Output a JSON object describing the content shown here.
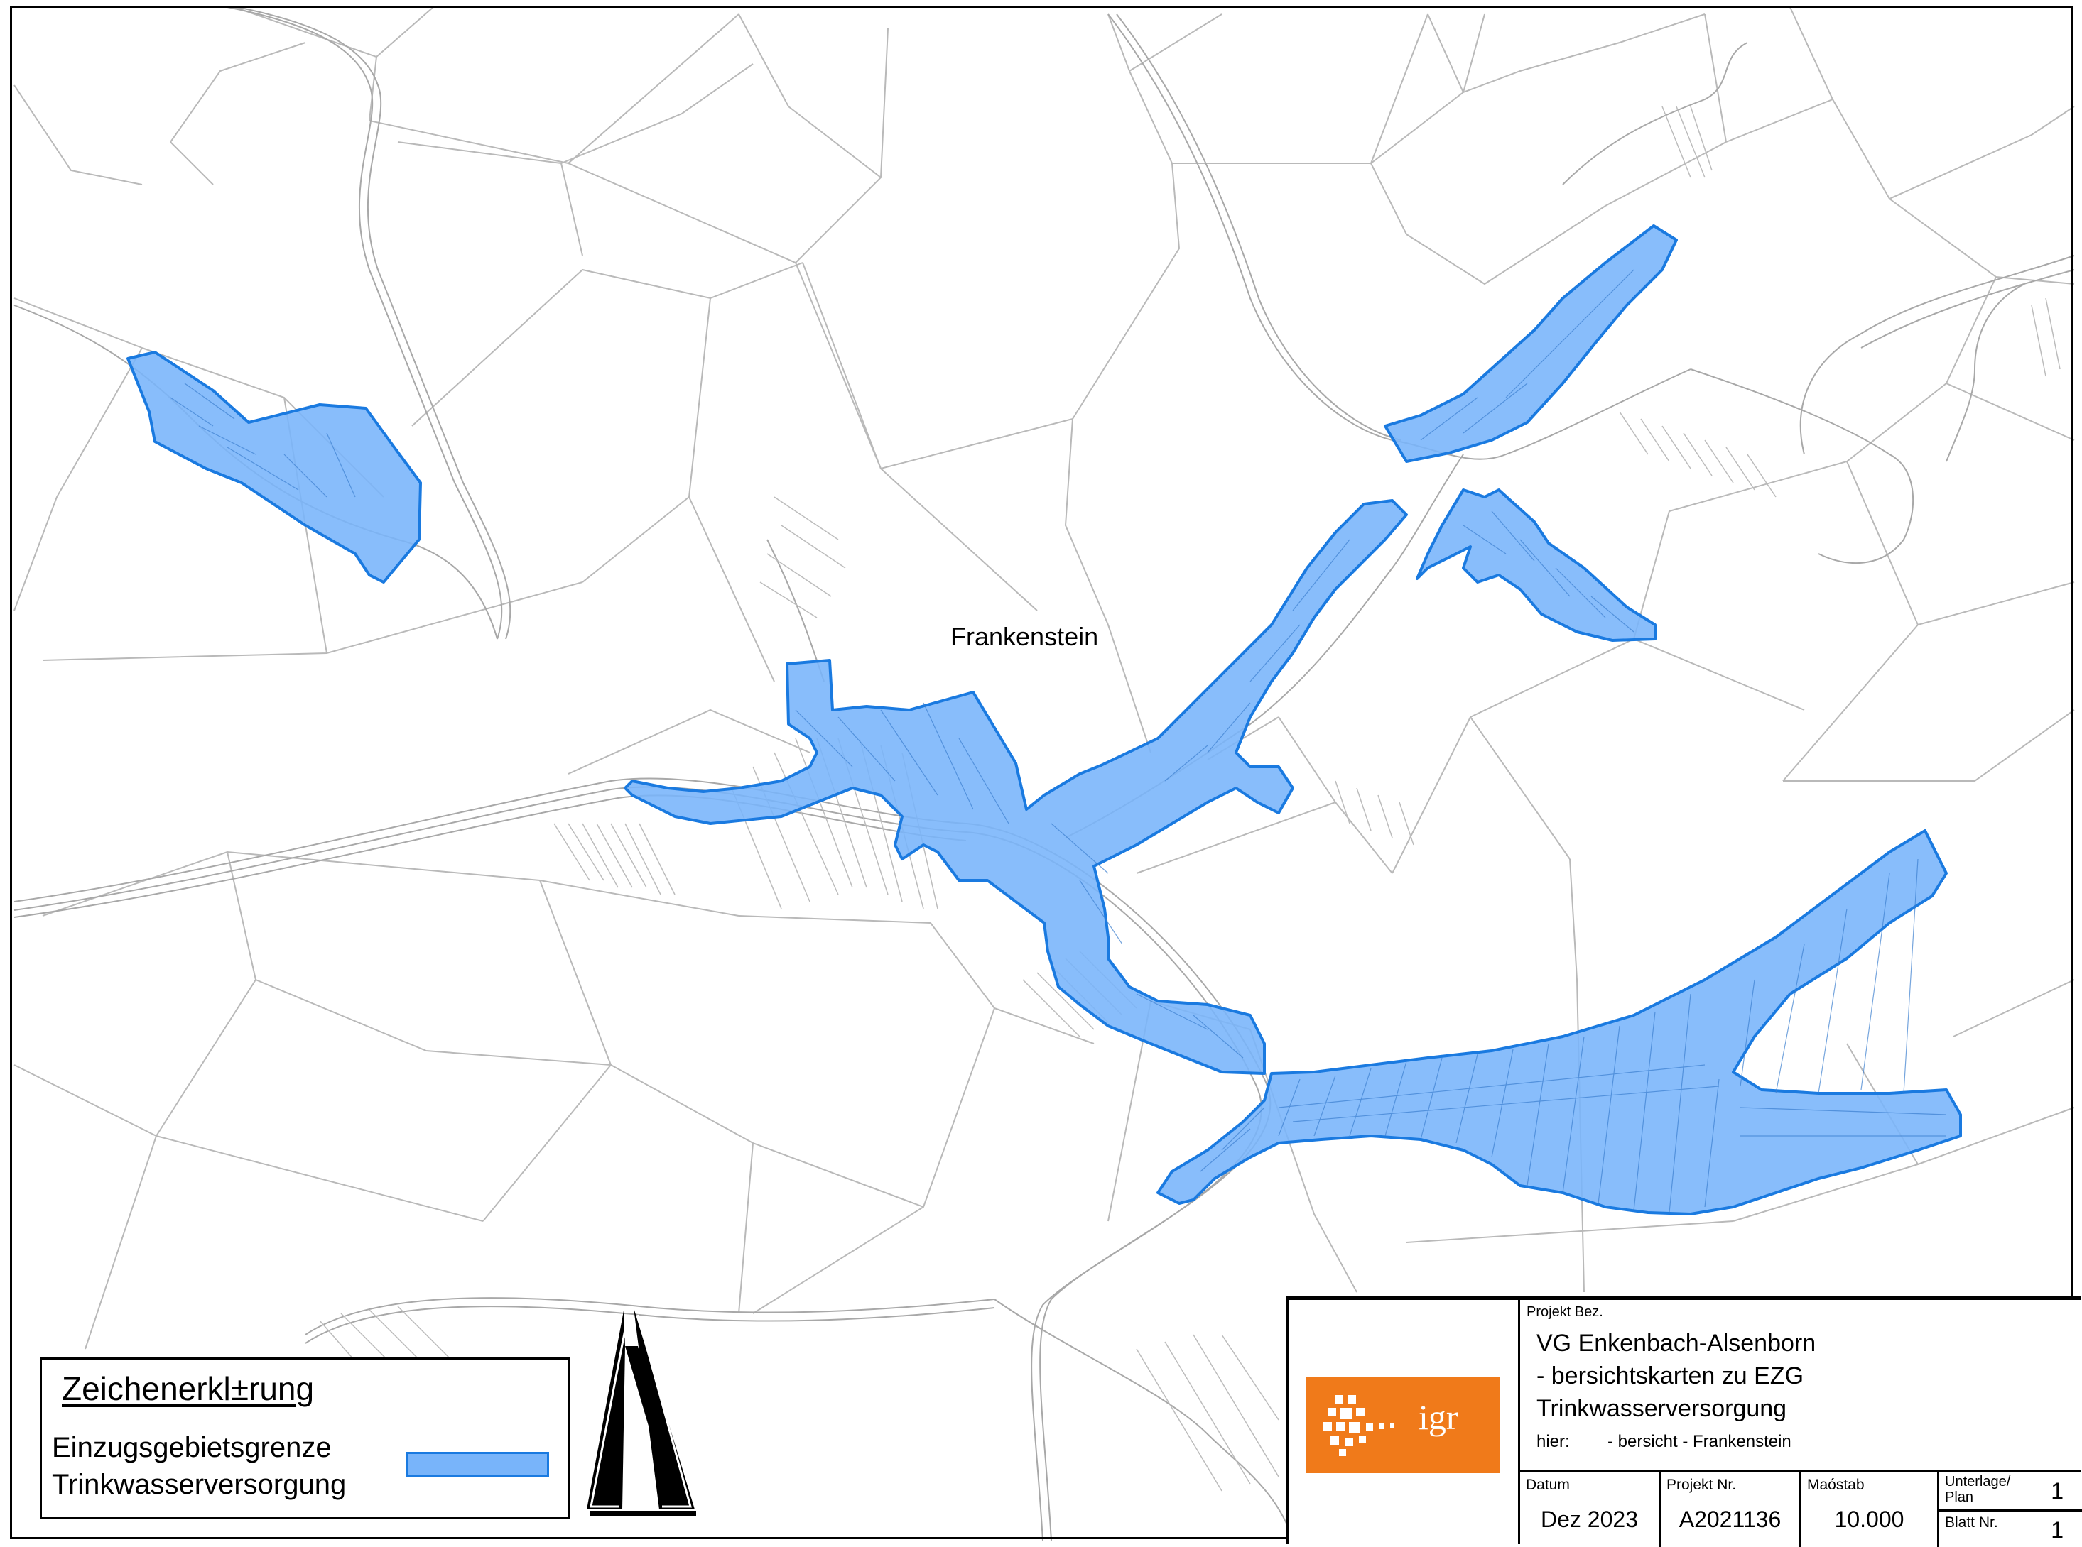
{
  "map": {
    "place_name": "Frankenstein",
    "colors": {
      "area_fill": "#78b4fa",
      "area_stroke": "#1a7ae0",
      "parcel_line": "#b4b4b4",
      "frame": "#000000"
    }
  },
  "legend": {
    "title": "Zeichenerkl±rung",
    "entry_line1": "Einzugsgebietsgrenze",
    "entry_line2": "Trinkwasserversorgung"
  },
  "north_arrow": {
    "icon": "north-arrow-icon"
  },
  "titleblock": {
    "logo_text": "igr",
    "logo_color": "#f07a1a",
    "project_label": "Projekt Bez.",
    "line1": "VG Enkenbach-Alsenborn",
    "line2": "-  bersichtskarten zu EZG",
    "line3": "Trinkwasserversorgung",
    "hier_label": "hier:",
    "hier_value": "-  bersicht - Frankenstein",
    "cells": {
      "datum_label": "Datum",
      "datum_value": "Dez 2023",
      "projekt_nr_label": "Projekt Nr.",
      "projekt_nr_value": "A2021136",
      "massstab_label": "Maóstab",
      "massstab_value": "10.000",
      "unterlage_label": "Unterlage/ Plan",
      "unterlage_value": "1",
      "blatt_label": "Blatt Nr.",
      "blatt_value": "1"
    }
  }
}
